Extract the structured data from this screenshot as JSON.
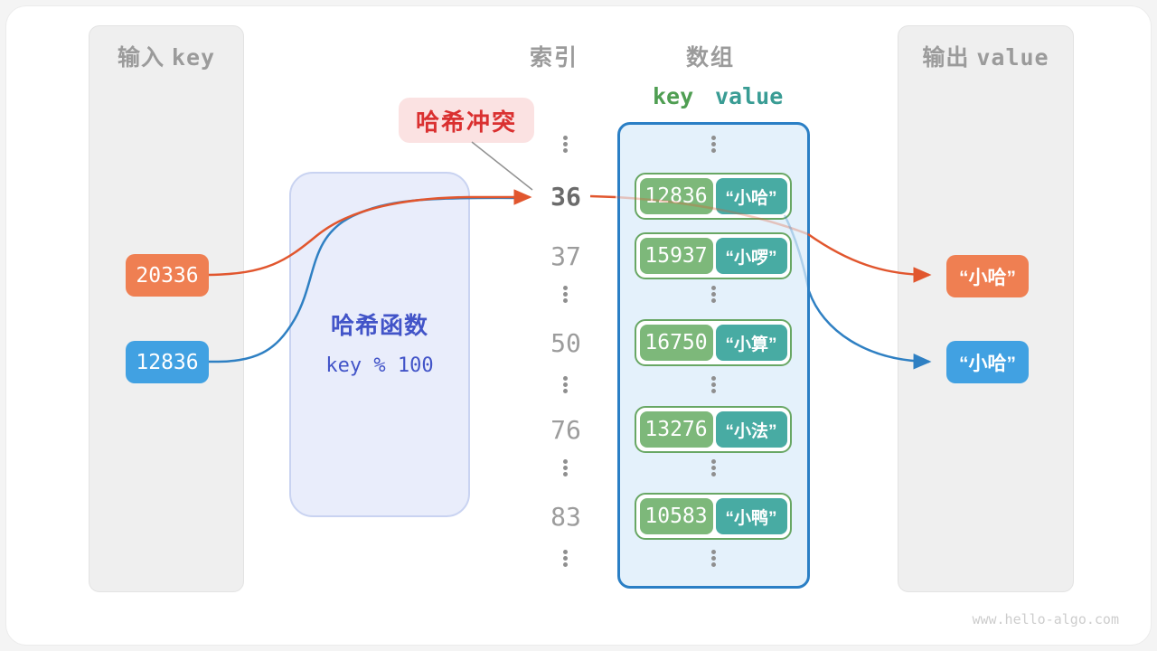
{
  "titles": {
    "index_col": "索引",
    "array_col": "数组"
  },
  "input_panel": {
    "title_cn": "输入",
    "title_en": "key",
    "keys": [
      "20336",
      "12836"
    ]
  },
  "hash_box": {
    "name": "哈希函数",
    "formula": "key % 100"
  },
  "collision_badge": "哈希冲突",
  "index_column": {
    "values": [
      "36",
      "37",
      "50",
      "76",
      "83"
    ],
    "highlighted": "36"
  },
  "array_panel": {
    "header_key": "key",
    "header_value": "value",
    "pairs": [
      {
        "key": "12836",
        "value": "“小哈”"
      },
      {
        "key": "15937",
        "value": "“小啰”"
      },
      {
        "key": "16750",
        "value": "“小算”"
      },
      {
        "key": "13276",
        "value": "“小法”"
      },
      {
        "key": "10583",
        "value": "“小鸭”"
      }
    ]
  },
  "output_panel": {
    "title_cn": "输出",
    "title_en": "value",
    "values": [
      "“小哈”",
      "“小哈”"
    ]
  },
  "watermark": "www.hello-algo.com",
  "colors": {
    "orange_box": "#ef7f52",
    "blue_box": "#41a1e2",
    "green_key": "#7db87a",
    "teal_value": "#48aba3",
    "array_border": "#2a7fc5",
    "array_fill": "#e4f1fb",
    "hash_text": "#4254c8",
    "collision_red": "#da3030",
    "line_orange": "#e1562e",
    "line_blue": "#2f80c3"
  }
}
